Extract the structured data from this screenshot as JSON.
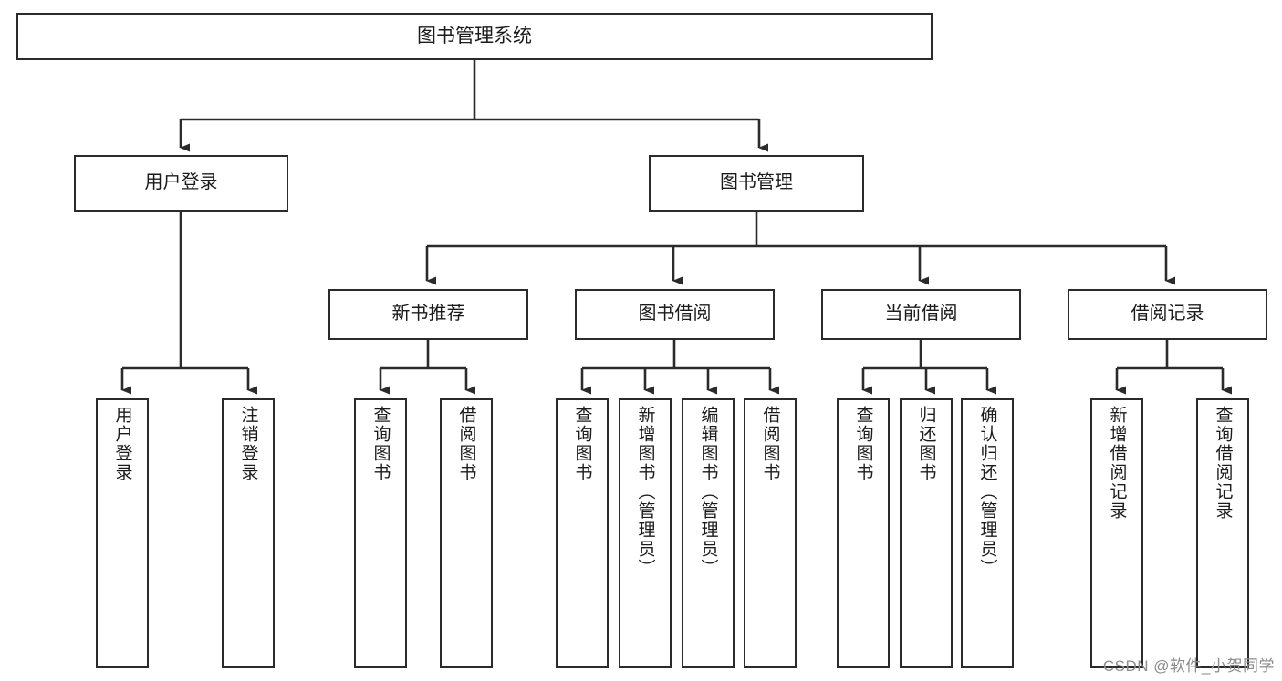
{
  "diagram": {
    "type": "tree-hierarchy",
    "title": "图书管理系统",
    "stroke_color": "#2b2b2b",
    "text_color": "#1b1b1b",
    "background_color": "#ffffff",
    "root": {
      "label": "图书管理系统"
    },
    "level2": [
      {
        "label": "用户登录"
      },
      {
        "label": "图书管理"
      }
    ],
    "level3": [
      {
        "label": "新书推荐"
      },
      {
        "label": "图书借阅"
      },
      {
        "label": "当前借阅"
      },
      {
        "label": "借阅记录"
      }
    ],
    "leaves": {
      "user_login": [
        {
          "label": "用户登录"
        },
        {
          "label": "注销登录"
        }
      ],
      "new_book_recommend": [
        {
          "label": "查询图书"
        },
        {
          "label": "借阅图书"
        }
      ],
      "book_borrow": [
        {
          "label": "查询图书"
        },
        {
          "label": "新增图书（管理员）"
        },
        {
          "label": "编辑图书（管理员）"
        },
        {
          "label": "借阅图书"
        }
      ],
      "current_borrow": [
        {
          "label": "查询图书"
        },
        {
          "label": "归还图书"
        },
        {
          "label": "确认归还（管理员）"
        }
      ],
      "borrow_record": [
        {
          "label": "新增借阅记录"
        },
        {
          "label": "查询借阅记录"
        }
      ]
    }
  },
  "watermark": {
    "text": "CSDN @软件_小贺同学"
  }
}
